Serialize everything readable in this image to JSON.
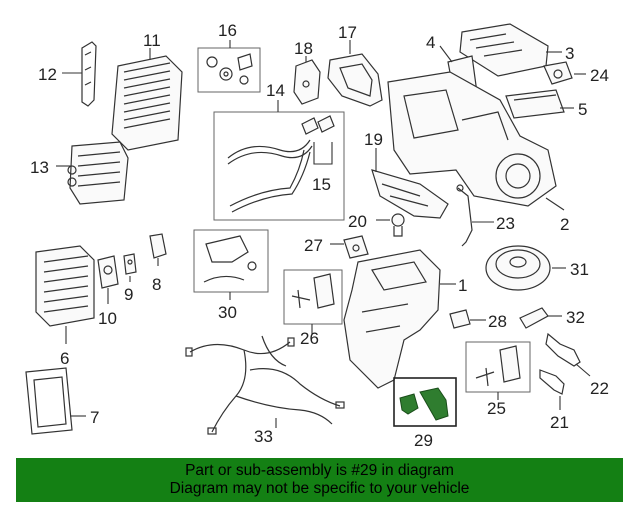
{
  "callouts": {
    "c1": "1",
    "c2": "2",
    "c3": "3",
    "c4": "4",
    "c5": "5",
    "c6": "6",
    "c7": "7",
    "c8": "8",
    "c9": "9",
    "c10": "10",
    "c11": "11",
    "c12": "12",
    "c13": "13",
    "c14": "14",
    "c15": "15",
    "c16": "16",
    "c17": "17",
    "c18": "18",
    "c19": "19",
    "c20": "20",
    "c21": "21",
    "c22": "22",
    "c23": "23",
    "c24": "24",
    "c25": "25",
    "c26": "26",
    "c27": "27",
    "c28": "28",
    "c29": "29",
    "c30": "30",
    "c31": "31",
    "c32": "32",
    "c33": "33"
  },
  "highlighted_part": "29",
  "highlight_color": "#2f7d2f",
  "banner": {
    "line1": "Part or sub-assembly is #29 in diagram",
    "line2": "Diagram may not be specific to your vehicle",
    "color": "#148014"
  }
}
